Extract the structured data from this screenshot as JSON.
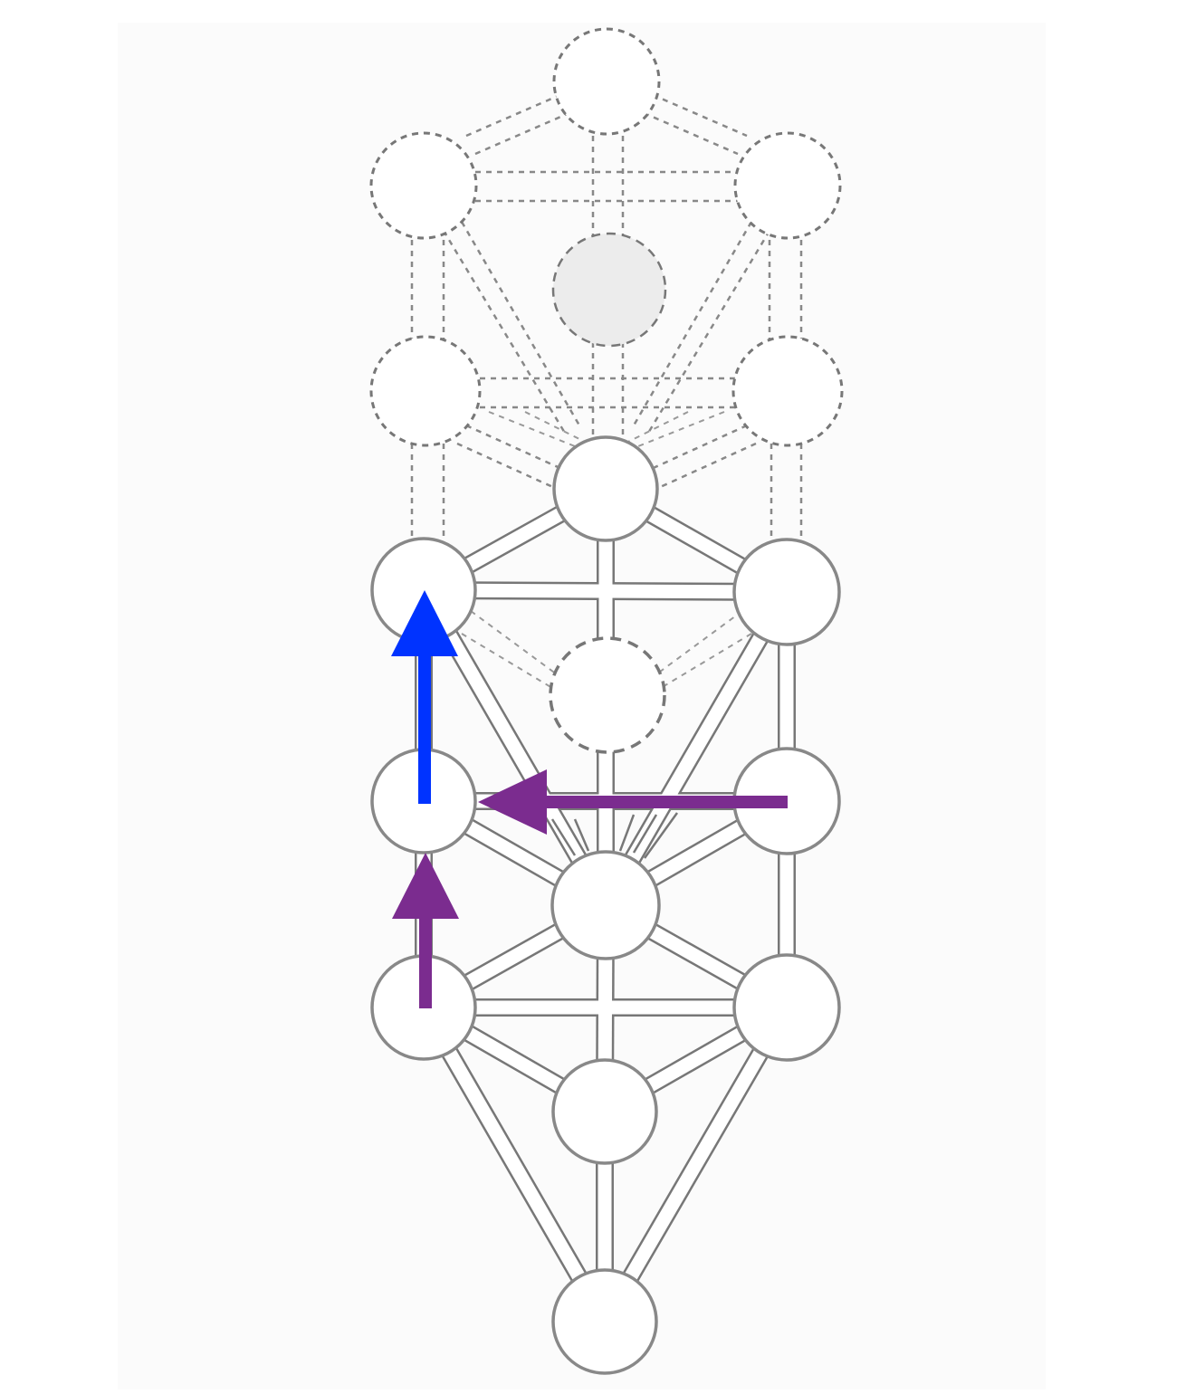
{
  "colors": {
    "arrow_blue": "#0033ff",
    "arrow_purple": "#7b2c8f",
    "node_stroke": "#888888",
    "dashed_stroke": "#777777",
    "hidden_node_fill": "#ececec"
  },
  "arrows": [
    {
      "id": "arrow-up-blue",
      "color": "arrow_blue",
      "direction": "up"
    },
    {
      "id": "arrow-left-purple",
      "color": "arrow_purple",
      "direction": "left"
    },
    {
      "id": "arrow-up-purple",
      "color": "arrow_purple",
      "direction": "up"
    }
  ]
}
